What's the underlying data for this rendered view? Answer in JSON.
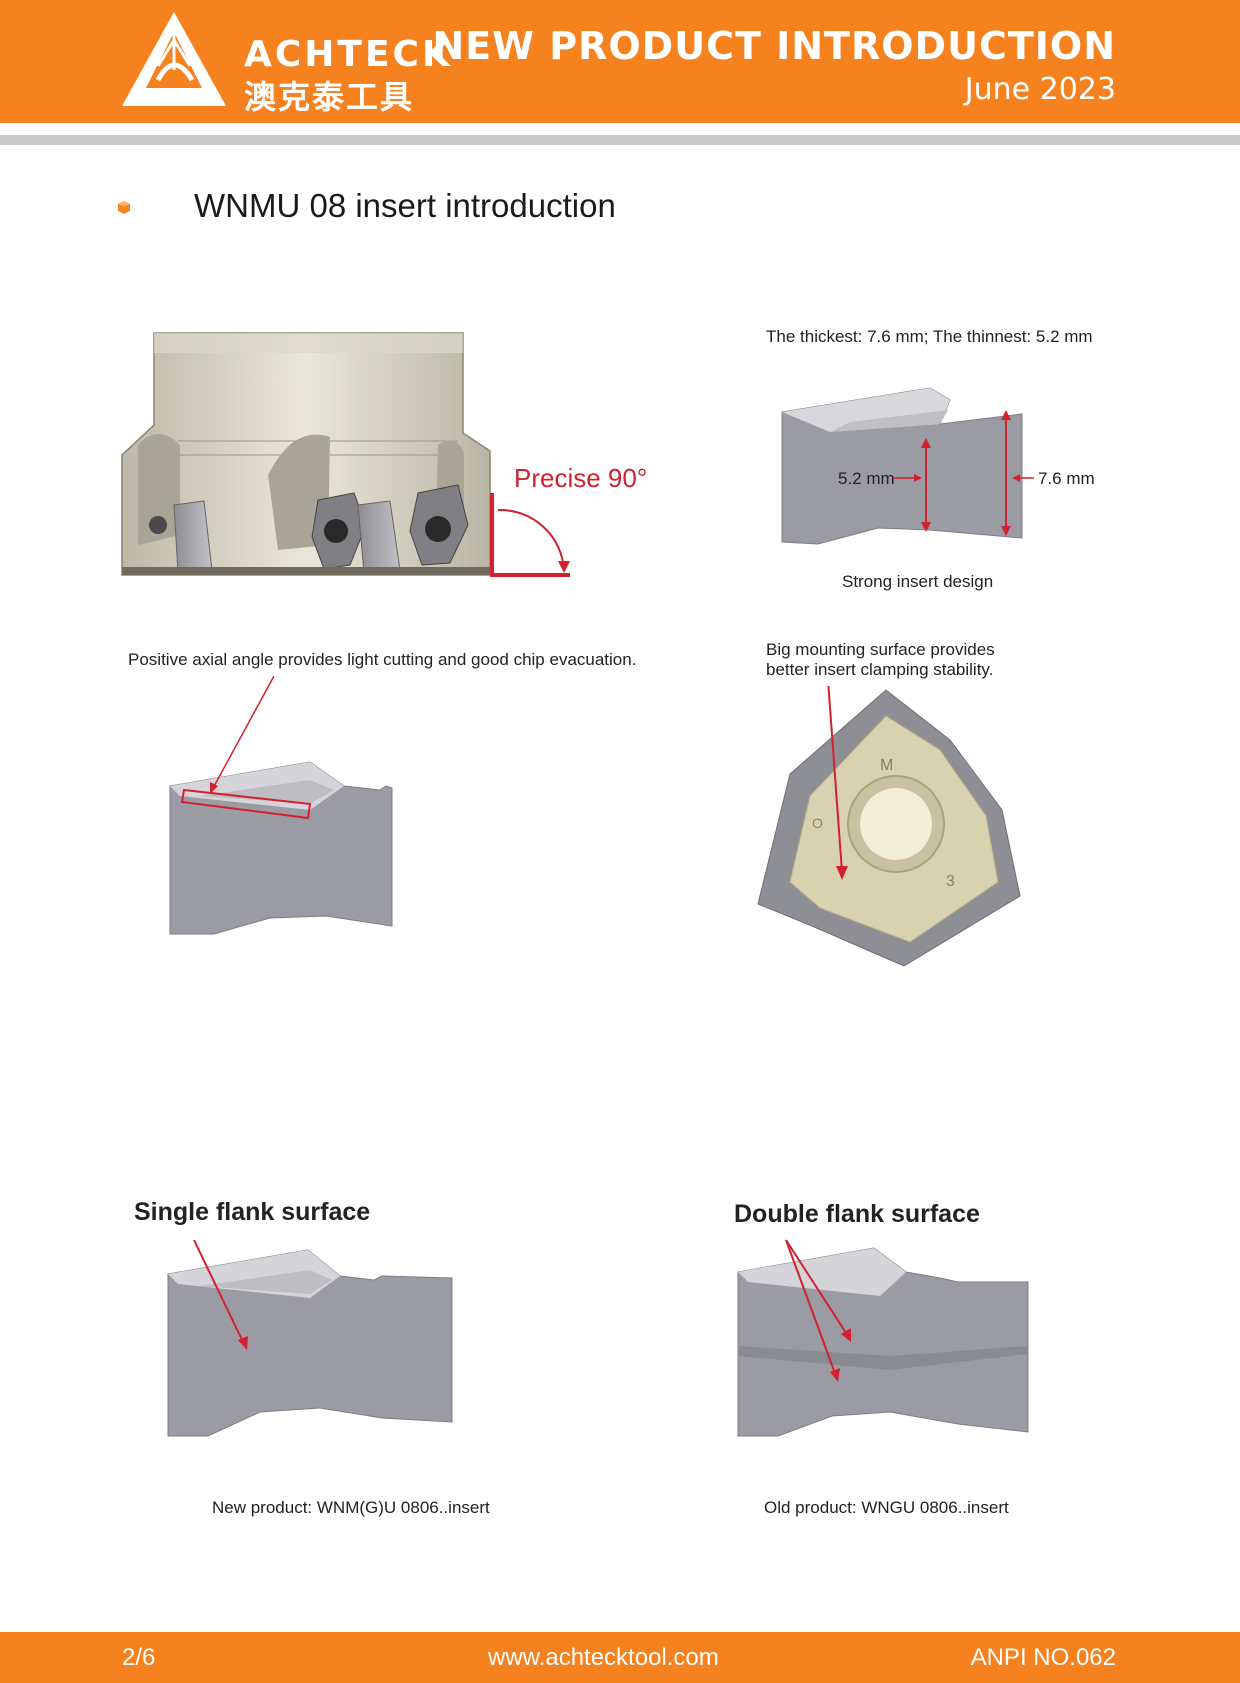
{
  "header": {
    "brand_en": "ACHTECK",
    "brand_cn": "澳克泰工具",
    "title": "NEW PRODUCT INTRODUCTION",
    "date": "June 2023",
    "color": "#f5821f"
  },
  "section": {
    "title": "WNMU 08 insert introduction"
  },
  "figures": {
    "cutter": {
      "label": "Precise 90°"
    },
    "thickness": {
      "caption_top": "The thickest: 7.6 mm; The thinnest: 5.2 mm",
      "dim_thin": "5.2 mm",
      "dim_thick": "7.6 mm",
      "caption_bottom": "Strong insert design"
    },
    "axial": {
      "caption": "Positive axial angle provides light cutting and good chip evacuation."
    },
    "mounting": {
      "caption_line1": "Big mounting surface provides",
      "caption_line2": "better insert clamping stability."
    },
    "single_flank": {
      "title": "Single flank surface",
      "caption": "New product: WNM(G)U 0806..insert"
    },
    "double_flank": {
      "title": "Double flank surface",
      "caption": "Old product: WNGU 0806..insert"
    }
  },
  "footer": {
    "page": "2/6",
    "url": "www.achtecktool.com",
    "code": "ANPI NO.062"
  }
}
